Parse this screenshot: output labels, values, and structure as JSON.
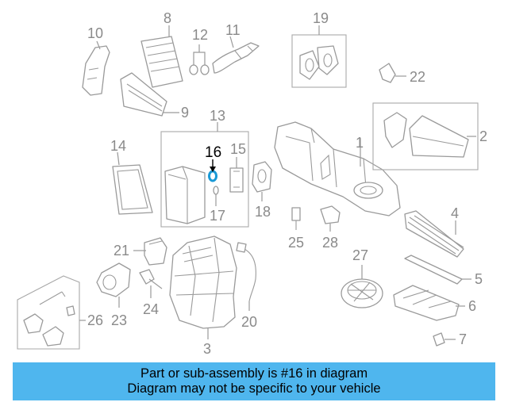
{
  "callouts": {
    "c1": "1",
    "c2": "2",
    "c3": "3",
    "c4": "4",
    "c5": "5",
    "c6": "6",
    "c7": "7",
    "c8": "8",
    "c9": "9",
    "c10": "10",
    "c11": "11",
    "c12": "12",
    "c13": "13",
    "c14": "14",
    "c15": "15",
    "c16": "16",
    "c17": "17",
    "c18": "18",
    "c19": "19",
    "c20": "20",
    "c21": "21",
    "c22": "22",
    "c23": "23",
    "c24": "24",
    "c25": "25",
    "c26": "26",
    "c27": "27",
    "c28": "28"
  },
  "highlighted_part": "16",
  "colors": {
    "highlight": "#1a9ad6",
    "banner": "#4fb6ee",
    "line": "#9a9a9a"
  },
  "banner": {
    "line1": "Part or sub-assembly is #16 in diagram",
    "line2": "Diagram may not be specific to your vehicle"
  }
}
